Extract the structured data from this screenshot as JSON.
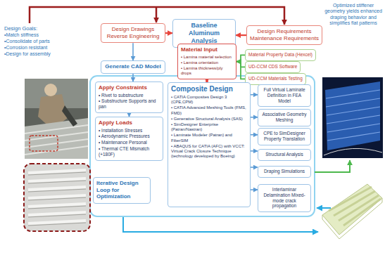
{
  "diagram": {
    "nodes": [
      {
        "text": [
          "Design Drawings Reverse Engineering"
        ]
      },
      {
        "text": [
          "Baseline Aluminum Analysis"
        ]
      },
      {
        "text": [
          "Design Requirements Maintenance Requirements"
        ]
      },
      {
        "text": [
          "Material Input",
          "• Lamina material selection",
          "• Lamina orientation",
          "• Lamina thickness/ply drops"
        ]
      },
      {
        "text": [
          "Material Property Data (Hexcel)"
        ]
      },
      {
        "text": [
          "UD-CCM CDS Software"
        ]
      },
      {
        "text": [
          "UD-CCM Materials Testing"
        ]
      },
      {
        "text": [
          "Generate CAD Model"
        ]
      },
      {
        "text": [
          "Apply Constraints",
          "• Rivet to substructure",
          "• Substructure Supports and pan"
        ]
      },
      {
        "text": [
          "Apply Loads",
          "• Installation Stresses",
          "• Aerodynamic Pressures",
          "• Maintenance Personal",
          "• Thermal CTE Mismatch (+180F)"
        ]
      },
      {
        "text": [
          "Iterative Design Loop for Optimization"
        ]
      },
      {
        "text": [
          "Composite Design",
          "• CATIA Composites Design 3 (CPE,CPM)",
          "• CATIA Advanced Meshing Tools (FMS, FMD)",
          "• Generative Structural Analysis (SAS)",
          "• SimDesigner Enterprise (Patran/Nastran)",
          "• Laminate Modeler (Patran) and FiberSIM",
          "• ABAQUS for CATIA (AFC) with VCCT: Virtual Crack Closure Technique (technology developed by Boeing)"
        ]
      },
      {
        "text": [
          "Full Virtual Laminate Definition in FEA Model"
        ]
      },
      {
        "text": [
          "Associative Geometry Meshing"
        ]
      },
      {
        "text": [
          "CPE to SimDesigner Property Translation"
        ]
      },
      {
        "text": [
          "Structural Analysis"
        ]
      },
      {
        "text": [
          "Draping Simulations"
        ]
      },
      {
        "text": [
          "Interlaminar Delamination Mixed-mode crack propagation"
        ]
      }
    ],
    "edges": [
      {
        "from": 0,
        "to": 1,
        "arrow": "to"
      },
      {
        "from": 2,
        "to": 1,
        "arrow": "to"
      },
      {
        "from": 1,
        "to": 3,
        "arrow": "to"
      },
      {
        "from": 3,
        "to": 11,
        "arrow": "to"
      },
      {
        "from": 4,
        "to": 3,
        "arrow": "to"
      },
      {
        "from": 5,
        "to": 3,
        "arrow": "to"
      },
      {
        "from": 6,
        "to": 3,
        "arrow": "to"
      },
      {
        "from": 0,
        "to": 7,
        "arrow": "to"
      },
      {
        "from": 7,
        "to": 8,
        "arrow": "to"
      },
      {
        "from": 8,
        "to": 9,
        "arrow": "to"
      },
      {
        "from": 11,
        "to": 12,
        "arrow": "to"
      },
      {
        "from": 11,
        "to": 13,
        "arrow": "to"
      },
      {
        "from": 11,
        "to": 14,
        "arrow": "to"
      },
      {
        "from": 11,
        "to": 15,
        "arrow": "to"
      },
      {
        "from": 11,
        "to": 16,
        "arrow": "to"
      },
      {
        "from": 11,
        "to": 17,
        "arrow": "to"
      }
    ],
    "labels": [
      "Design Goals:",
      "•Match stiffness",
      "•Consolidate of parts",
      "•Corrosion resistant",
      "•Design for assembly",
      "Optimized stiffener geometry yields enhanced draping behavior and simplifies flat patterns"
    ]
  }
}
